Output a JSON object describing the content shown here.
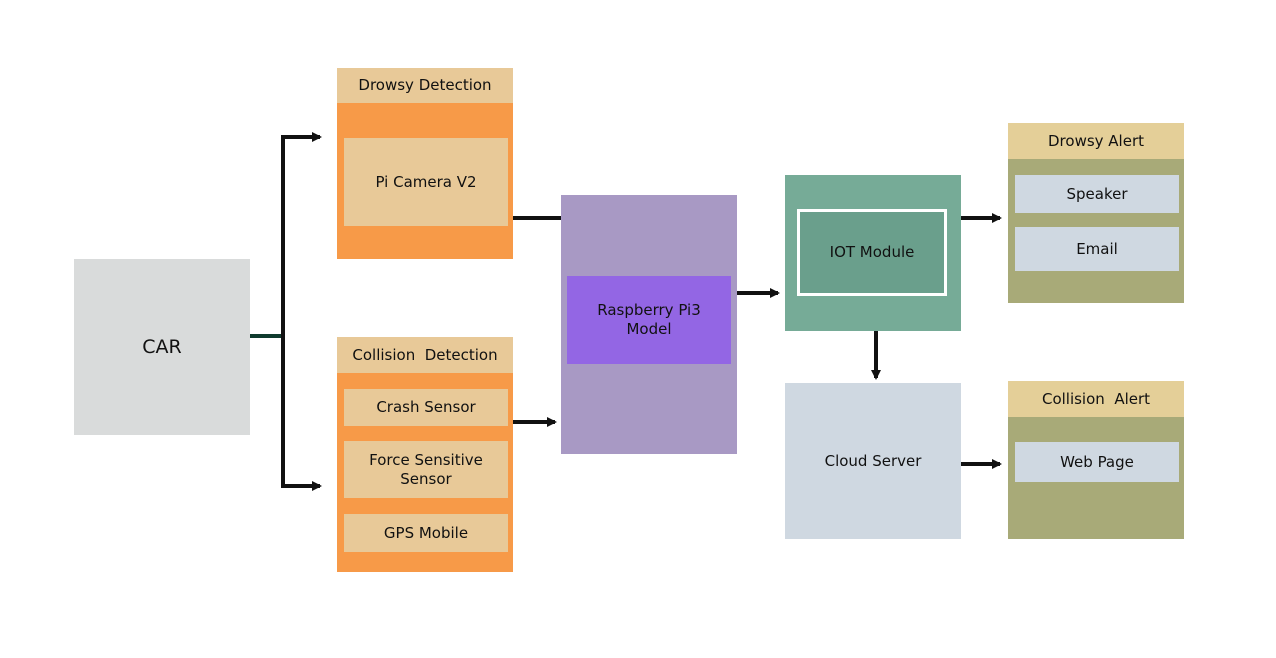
{
  "colors": {
    "car": "#d9dbdb",
    "orange": "#f79a48",
    "tan": "#e8c998",
    "purple_block": "#a899c4",
    "purple_inner": "#9366e4",
    "teal": "#76ab97",
    "teal_inner": "#6a9f8c",
    "olive": "#a8aa78",
    "olive_header": "#e4cf98",
    "light_blue": "#cfd8e1",
    "arrow": "#111111",
    "link": "#0f3b2e"
  },
  "car": {
    "label": "CAR"
  },
  "drowsy_detection": {
    "title": "Drowsy Detection",
    "items": [
      "Pi Camera V2"
    ]
  },
  "collision_detection": {
    "title": "Collision  Detection",
    "items": [
      "Crash Sensor",
      "Force Sensitive Sensor",
      "GPS Mobile"
    ]
  },
  "raspberry": {
    "label": "Raspberry Pi3 Model"
  },
  "iot": {
    "label": "IOT Module"
  },
  "cloud": {
    "label": "Cloud Server"
  },
  "drowsy_alert": {
    "title": "Drowsy Alert",
    "items": [
      "Speaker",
      "Email"
    ]
  },
  "collision_alert": {
    "title": "Collision  Alert",
    "items": [
      "Web Page"
    ]
  }
}
